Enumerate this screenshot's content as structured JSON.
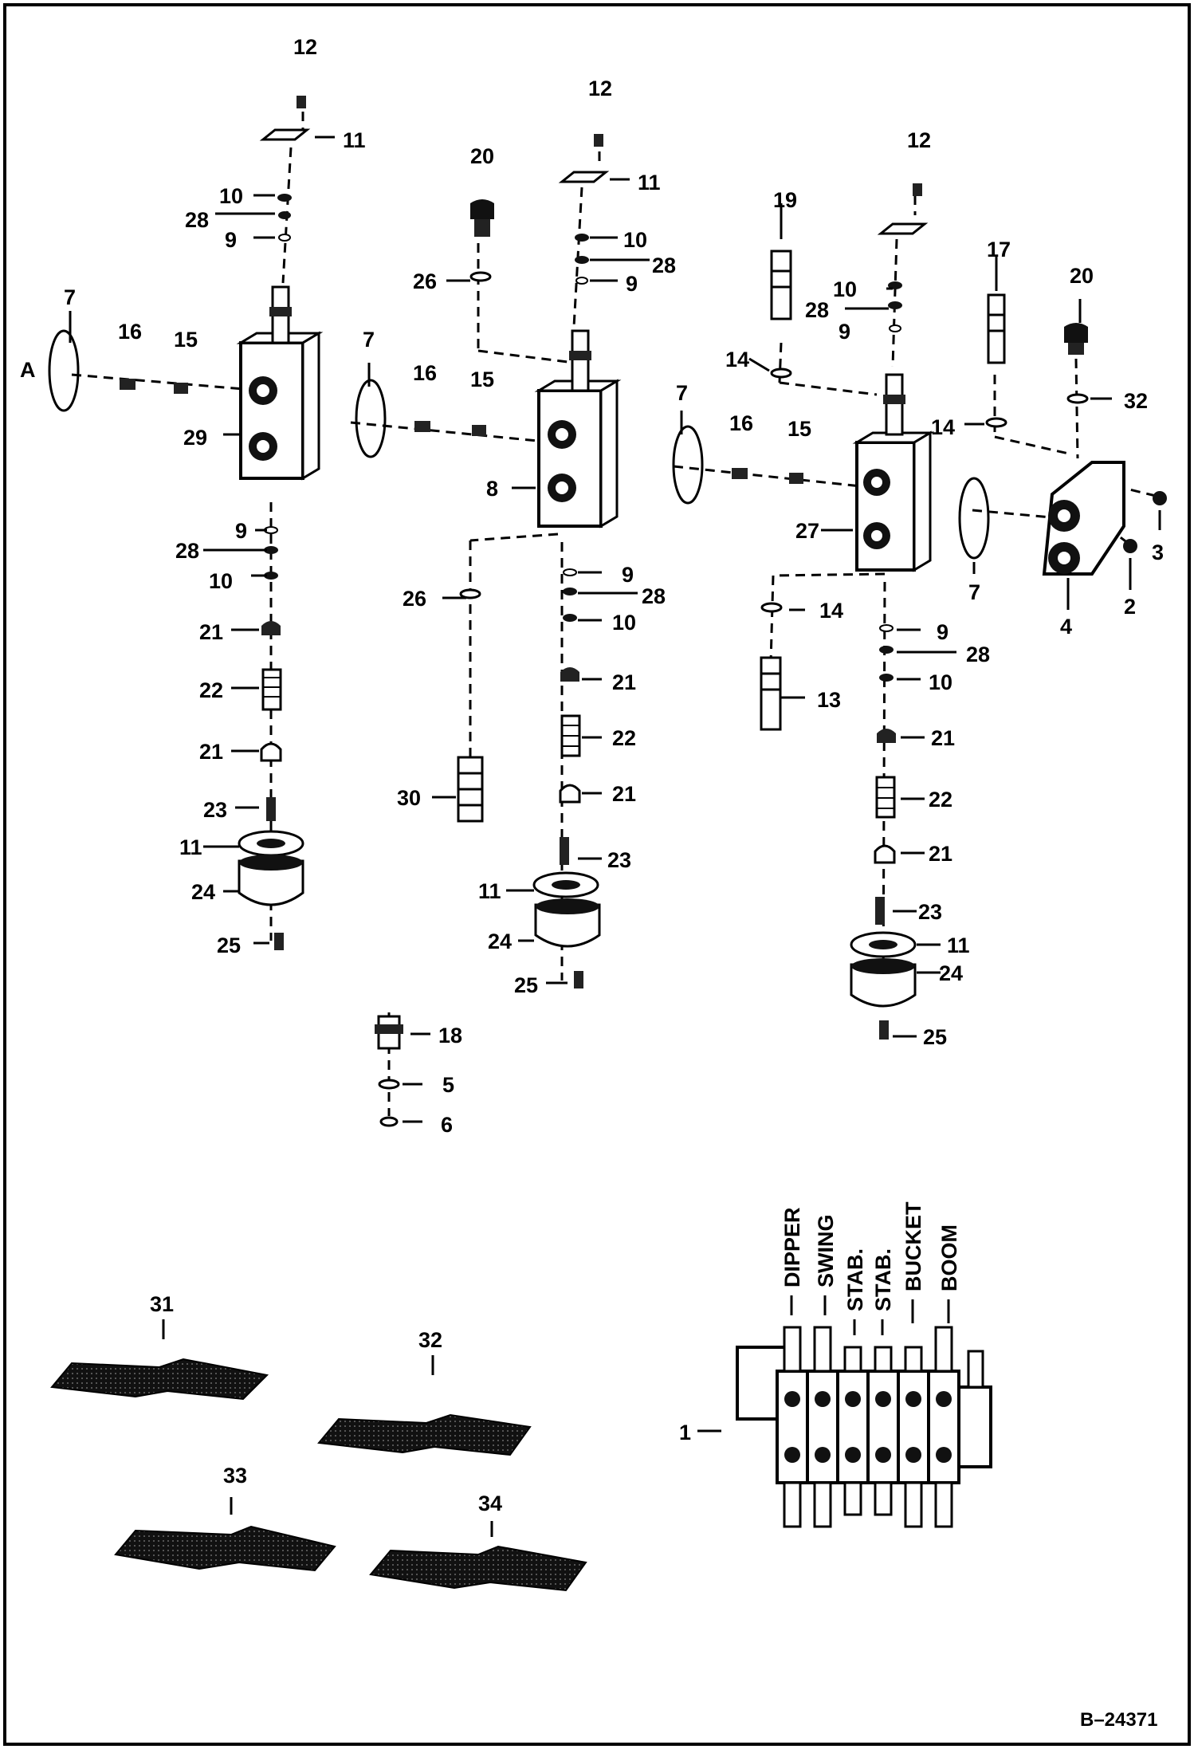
{
  "diagram": {
    "reference": "B–24371",
    "section_marker": "A",
    "assembly_labels": [
      "DIPPER",
      "SWING",
      "STAB.",
      "STAB.",
      "BUCKET",
      "BOOM"
    ],
    "parts": {
      "p1": "1",
      "p2": "2",
      "p3": "3",
      "p4": "4",
      "p5": "5",
      "p6": "6",
      "p7": "7",
      "p8": "8",
      "p9": "9",
      "p10": "10",
      "p11": "11",
      "p12": "12",
      "p13": "13",
      "p14": "14",
      "p15": "15",
      "p16": "16",
      "p17": "17",
      "p18": "18",
      "p19": "19",
      "p20": "20",
      "p21": "21",
      "p22": "22",
      "p23": "23",
      "p24": "24",
      "p25": "25",
      "p26": "26",
      "p27": "27",
      "p28": "28",
      "p29": "29",
      "p30": "30",
      "p31": "31",
      "p32": "32",
      "p33": "33",
      "p34": "34"
    }
  }
}
